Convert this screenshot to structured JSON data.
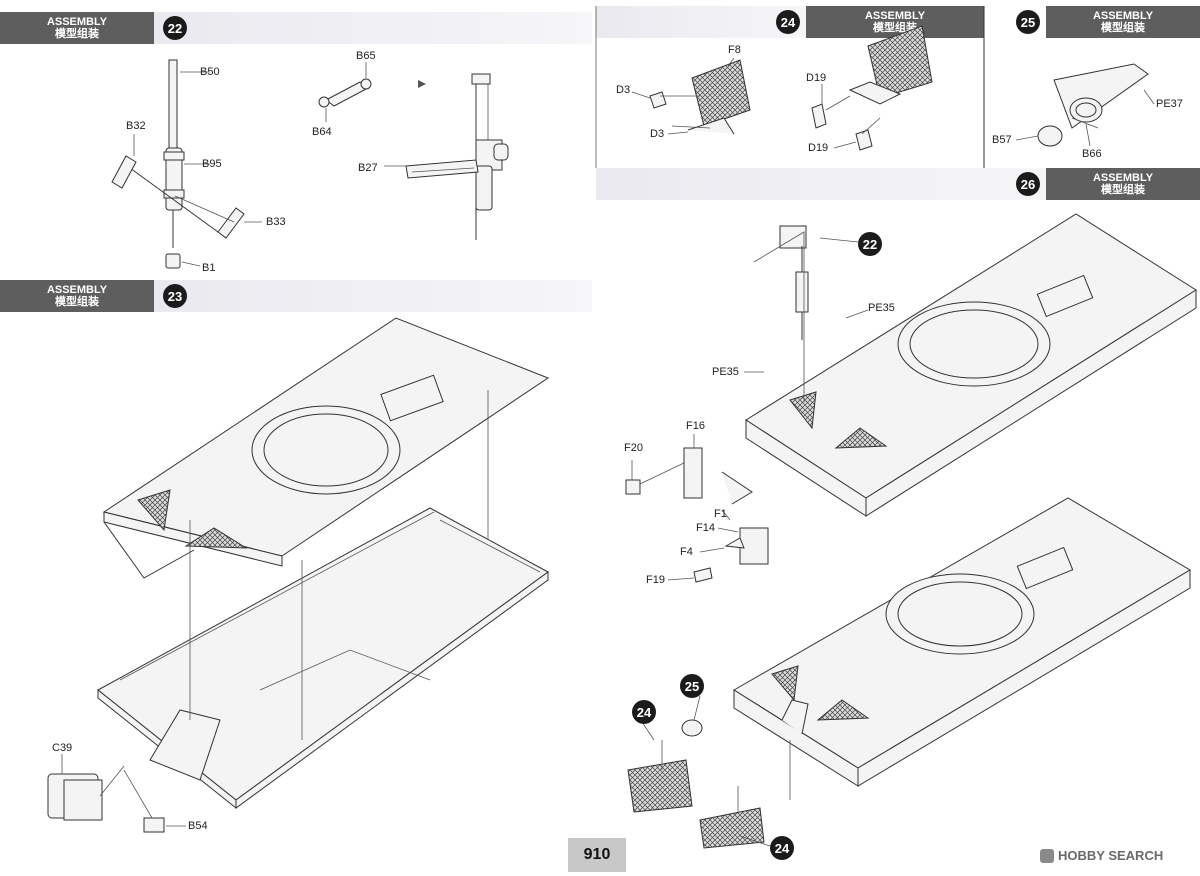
{
  "sections": [
    {
      "step": "22",
      "label_en": "ASSEMBLY",
      "label_cn": "模型组装"
    },
    {
      "step": "23",
      "label_en": "ASSEMBLY",
      "label_cn": "模型组装"
    },
    {
      "step": "24",
      "label_en": "ASSEMBLY",
      "label_cn": "模型组装"
    },
    {
      "step": "25",
      "label_en": "ASSEMBLY",
      "label_cn": "模型组装"
    },
    {
      "step": "26",
      "label_en": "ASSEMBLY",
      "label_cn": "模型组装"
    }
  ],
  "parts": {
    "s22": [
      "B50",
      "B32",
      "B95",
      "B33",
      "B1",
      "B65",
      "B64",
      "B27"
    ],
    "s23": [
      "C39",
      "B54"
    ],
    "s24": [
      "F8",
      "D3",
      "D3",
      "D19",
      "D19"
    ],
    "s25": [
      "PE37",
      "B57",
      "B66"
    ],
    "s26": [
      "PE35",
      "PE35",
      "F20",
      "F16",
      "F1",
      "F14",
      "F4",
      "F19"
    ]
  },
  "callouts": {
    "c22": "22",
    "c24a": "24",
    "c25": "25",
    "c24b": "24"
  },
  "page_number": "910",
  "watermark": "HOBBY SEARCH"
}
